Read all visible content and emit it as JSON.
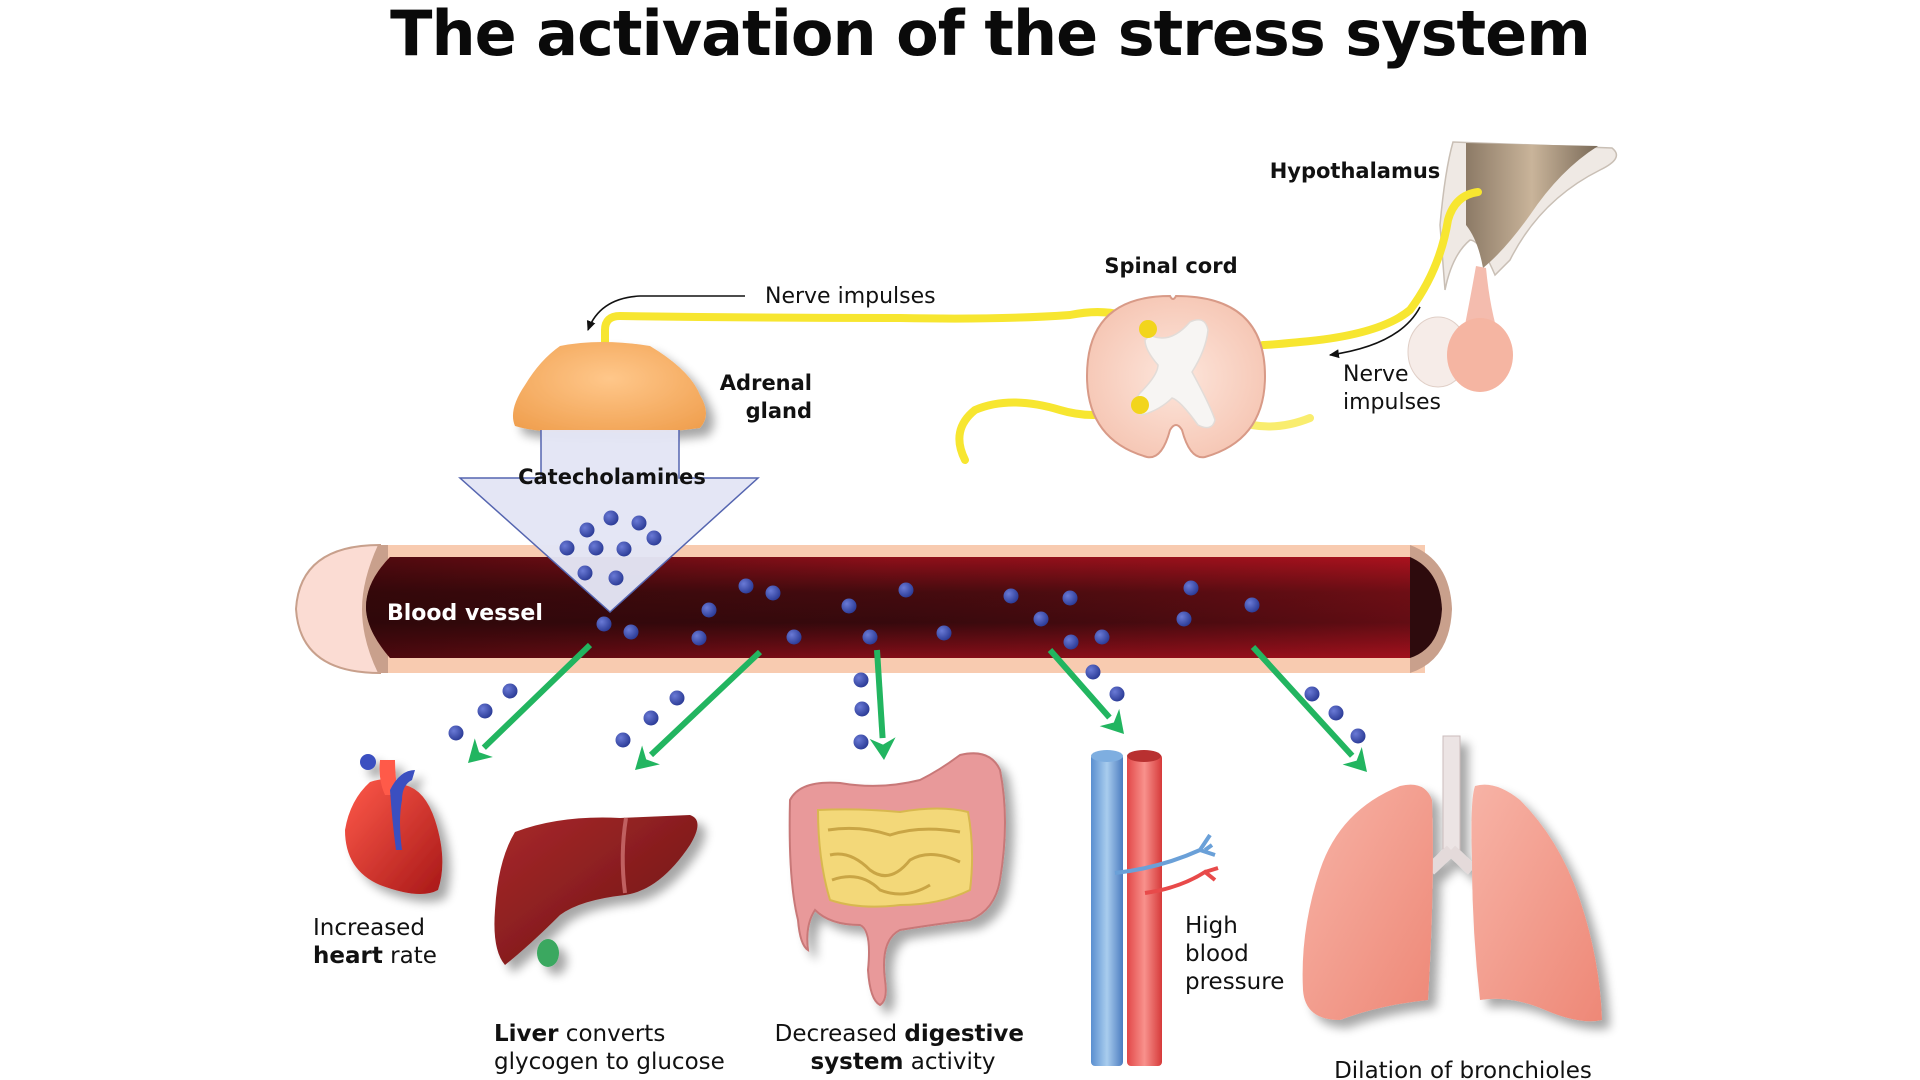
{
  "title": "The activation of the stress system",
  "labels": {
    "hypothalamus": "Hypothalamus",
    "spinal_cord": "Spinal cord",
    "nerve_impulses_top": "Nerve impulses",
    "nerve_impulses_right_line1": "Nerve",
    "nerve_impulses_right_line2": "impulses",
    "adrenal_line1": "Adrenal",
    "adrenal_line2": "gland",
    "catecholamines": "Catecholamines",
    "blood_vessel": "Blood vessel"
  },
  "effects": [
    {
      "organ": "heart",
      "line1": [
        {
          "text": "Increased",
          "bold": false
        }
      ],
      "line2": [
        {
          "text": "heart",
          "bold": true
        },
        {
          "text": " rate",
          "bold": false
        }
      ]
    },
    {
      "organ": "liver",
      "line1": [
        {
          "text": "Liver",
          "bold": true
        },
        {
          "text": " converts",
          "bold": false
        }
      ],
      "line2": [
        {
          "text": "glycogen to glucose",
          "bold": false
        }
      ]
    },
    {
      "organ": "intestines",
      "line1": [
        {
          "text": "Decreased ",
          "bold": false
        },
        {
          "text": "digestive",
          "bold": true
        }
      ],
      "line2": [
        {
          "text": "system",
          "bold": true
        },
        {
          "text": " activity",
          "bold": false
        }
      ]
    },
    {
      "organ": "blood-vessels",
      "line1": [
        {
          "text": "High",
          "bold": false
        }
      ],
      "line2": [
        {
          "text": "blood",
          "bold": false
        }
      ],
      "line3": [
        {
          "text": "pressure",
          "bold": false
        }
      ]
    },
    {
      "organ": "lungs",
      "line1": [
        {
          "text": "Dilation of bronchioles",
          "bold": false
        }
      ]
    }
  ],
  "colors": {
    "nerve": "#f7e630",
    "arrow_green": "#22b560",
    "molecule_blue": "#2f3f9e",
    "blood_dark": "#5a0c14",
    "vessel_wall": "#f8cbb0"
  }
}
